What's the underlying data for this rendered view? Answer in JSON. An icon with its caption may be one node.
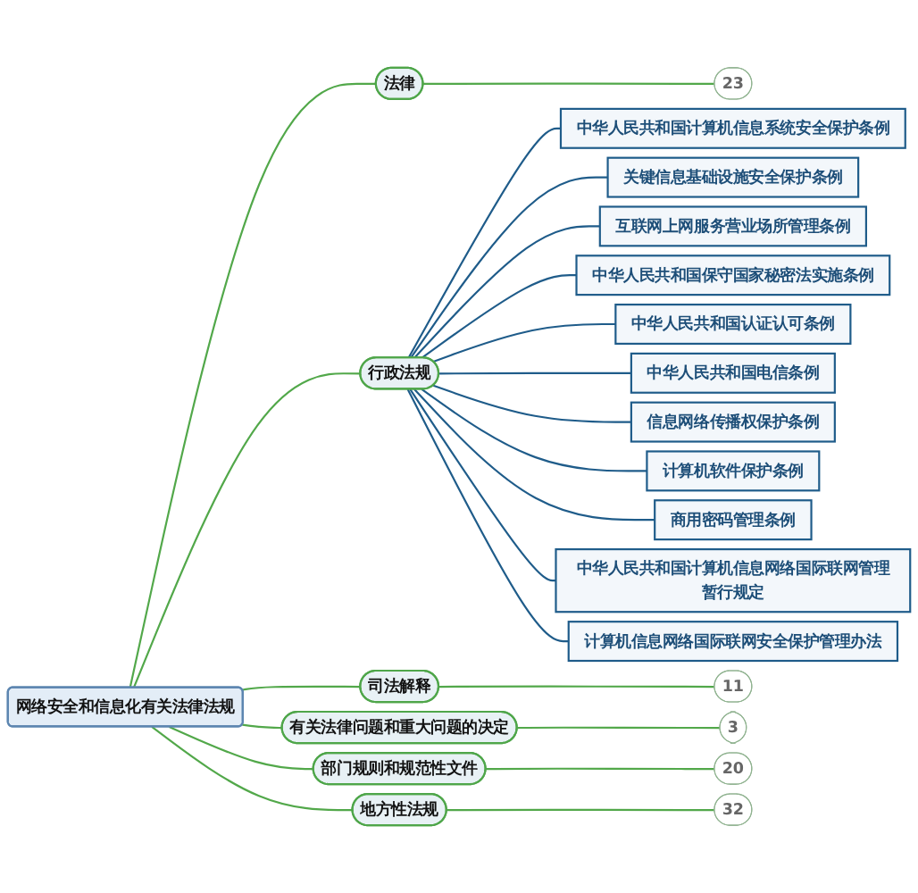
{
  "diagram": {
    "nodes": [
      {
        "text": [
          "网络安全和信息化有关法律法规"
        ]
      },
      {
        "text": [
          "法律"
        ]
      },
      {
        "text": [
          "23"
        ]
      },
      {
        "text": [
          "行政法规"
        ]
      },
      {
        "text": [
          "中华人民共和国计算机信息系统安全保护条例"
        ]
      },
      {
        "text": [
          "关键信息基础设施安全保护条例"
        ]
      },
      {
        "text": [
          "互联网上网服务营业场所管理条例"
        ]
      },
      {
        "text": [
          "中华人民共和国保守国家秘密法实施条例"
        ]
      },
      {
        "text": [
          "中华人民共和国认证认可条例"
        ]
      },
      {
        "text": [
          "中华人民共和国电信条例"
        ]
      },
      {
        "text": [
          "信息网络传播权保护条例"
        ]
      },
      {
        "text": [
          "计算机软件保护条例"
        ]
      },
      {
        "text": [
          "商用密码管理条例"
        ]
      },
      {
        "text": [
          "中华人民共和国计算机信息网络国际联网管理暂行规定"
        ]
      },
      {
        "text": [
          "计算机信息网络国际联网安全保护管理办法"
        ]
      },
      {
        "text": [
          "司法解释"
        ]
      },
      {
        "text": [
          "11"
        ]
      },
      {
        "text": [
          "有关法律问题和重大问题的决定"
        ]
      },
      {
        "text": [
          "3"
        ]
      },
      {
        "text": [
          "部门规则和规范性文件"
        ]
      },
      {
        "text": [
          "20"
        ]
      },
      {
        "text": [
          "地方性法规"
        ]
      },
      {
        "text": [
          "32"
        ]
      }
    ],
    "edges": [
      {
        "from": 0,
        "to": 1,
        "arrow": "none"
      },
      {
        "from": 1,
        "to": 2,
        "arrow": "none"
      },
      {
        "from": 0,
        "to": 3,
        "arrow": "none"
      },
      {
        "from": 3,
        "to": 4,
        "arrow": "none",
        "color": "#1f5c8a"
      },
      {
        "from": 3,
        "to": 5,
        "arrow": "none",
        "color": "#1f5c8a"
      },
      {
        "from": 3,
        "to": 6,
        "arrow": "none",
        "color": "#1f5c8a"
      },
      {
        "from": 3,
        "to": 7,
        "arrow": "none",
        "color": "#1f5c8a"
      },
      {
        "from": 3,
        "to": 8,
        "arrow": "none",
        "color": "#1f5c8a"
      },
      {
        "from": 3,
        "to": 9,
        "arrow": "none",
        "color": "#1f5c8a"
      },
      {
        "from": 3,
        "to": 10,
        "arrow": "none",
        "color": "#1f5c8a"
      },
      {
        "from": 3,
        "to": 11,
        "arrow": "none",
        "color": "#1f5c8a"
      },
      {
        "from": 3,
        "to": 12,
        "arrow": "none",
        "color": "#1f5c8a"
      },
      {
        "from": 3,
        "to": 13,
        "arrow": "none",
        "color": "#1f5c8a"
      },
      {
        "from": 3,
        "to": 14,
        "arrow": "none",
        "color": "#1f5c8a"
      },
      {
        "from": 0,
        "to": 15,
        "arrow": "none"
      },
      {
        "from": 15,
        "to": 16,
        "arrow": "none"
      },
      {
        "from": 0,
        "to": 17,
        "arrow": "none"
      },
      {
        "from": 17,
        "to": 18,
        "arrow": "none"
      },
      {
        "from": 0,
        "to": 19,
        "arrow": "none"
      },
      {
        "from": 19,
        "to": 20,
        "arrow": "none"
      },
      {
        "from": 0,
        "to": 21,
        "arrow": "none"
      },
      {
        "from": 21,
        "to": 22,
        "arrow": "none"
      }
    ]
  }
}
